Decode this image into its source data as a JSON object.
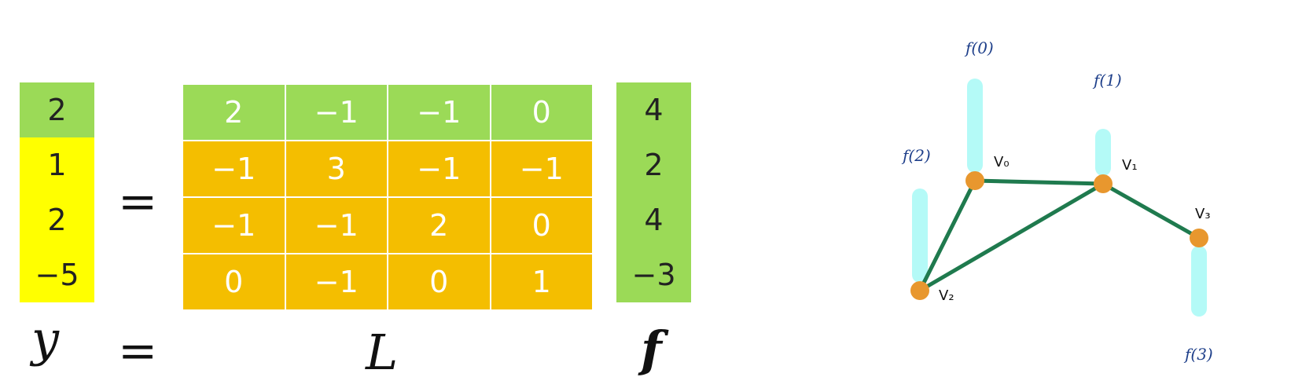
{
  "colors": {
    "green": "#9BDA57",
    "yellow": "#FFFF00",
    "orange": "#F4BE00",
    "edge": "#1F7A4E",
    "node": "#E8972E",
    "bar": "#B4FAF7",
    "label_blue": "#1E3F8A"
  },
  "equation": {
    "y_vector": [
      "2",
      "1",
      "2",
      "−5"
    ],
    "matrix": [
      [
        "2",
        "−1",
        "−1",
        "0"
      ],
      [
        "−1",
        "3",
        "−1",
        "−1"
      ],
      [
        "−1",
        "−1",
        "2",
        "0"
      ],
      [
        "0",
        "−1",
        "0",
        "1"
      ]
    ],
    "f_vector": [
      "4",
      "2",
      "4",
      "−3"
    ],
    "eq_sign_1": "=",
    "eq_sign_2": "=",
    "label_y": "y",
    "label_L": "L",
    "label_f": "f"
  },
  "graph": {
    "nodes": [
      {
        "label": "V₀",
        "f_label": "f(0)",
        "value": 4
      },
      {
        "label": "V₁",
        "f_label": "f(1)",
        "value": 2
      },
      {
        "label": "V₂",
        "f_label": "f(2)",
        "value": 4
      },
      {
        "label": "V₃",
        "f_label": "f(3)",
        "value": -3
      }
    ],
    "edges": [
      [
        "V₀",
        "V₁"
      ],
      [
        "V₀",
        "V₂"
      ],
      [
        "V₁",
        "V₂"
      ],
      [
        "V₁",
        "V₃"
      ]
    ]
  }
}
